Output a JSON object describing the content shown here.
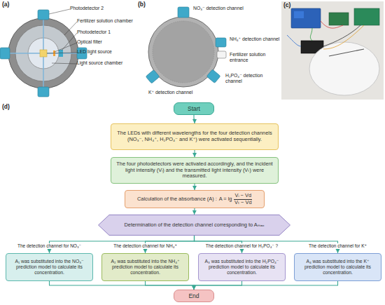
{
  "diagram": {
    "nodes": [
      {
        "text": [
          "Start"
        ]
      },
      {
        "text": [
          "The LEDs with different wavelengths for the four detection channels (NO₃⁻, NH₄⁺, H₂PO₄⁻ and K⁺) were activated sequentially."
        ]
      },
      {
        "text": [
          "The four photodetectors were activated accordingly, and the incident light intensity (Vᵢ) and the transmitted light intensity (Vₜ) were measured."
        ]
      },
      {
        "text": [
          "Calculation of the absorbance (A) :",
          "A = lg",
          "Vᵢ − Vd",
          "Vₜ − Vd"
        ]
      },
      {
        "text": [
          "Determination of the detection channel corresponding to Aₘₐₓ"
        ]
      },
      {
        "text": [
          "A₁ was substituted into the NO₃⁻ prediction model to calculate its concentration."
        ]
      },
      {
        "text": [
          "A₂ was substituted into the NH₄⁺ prediction model to calculate its concentration."
        ]
      },
      {
        "text": [
          "A₃ was substituted into the H₂PO₄⁻ prediction model to calculate its concentration."
        ]
      },
      {
        "text": [
          "A₄ was substituted into the K⁺ prediction model to calculate its concentration."
        ]
      },
      {
        "text": [
          "End"
        ]
      }
    ],
    "edges": [
      {
        "from": 0,
        "to": 1,
        "arrow": "to"
      },
      {
        "from": 1,
        "to": 2,
        "arrow": "to"
      },
      {
        "from": 2,
        "to": 3,
        "arrow": "to"
      },
      {
        "from": 3,
        "to": 4,
        "arrow": "to"
      },
      {
        "from": 4,
        "to": 5,
        "arrow": "to",
        "label": "The detection channel for NO₃⁻"
      },
      {
        "from": 4,
        "to": 6,
        "arrow": "to",
        "label": "The detection channel for NH₄⁺"
      },
      {
        "from": 4,
        "to": 7,
        "arrow": "to",
        "label": "The detection channel for H₂PO₄⁻ ?"
      },
      {
        "from": 4,
        "to": 8,
        "arrow": "to",
        "label": "The detection channel for K⁺"
      },
      {
        "from": 5,
        "to": 9,
        "arrow": "to"
      },
      {
        "from": 6,
        "to": 9,
        "arrow": "to"
      },
      {
        "from": 7,
        "to": 9,
        "arrow": "to"
      },
      {
        "from": 8,
        "to": 9,
        "arrow": "to"
      }
    ],
    "labels": [
      "(a)",
      "Photodetector 2",
      "Fertilizer solution chamber",
      "Photodetector 1",
      "Optical filter",
      "LED light source",
      "Light source chamber",
      "(b)",
      "NO₃⁻ detection channel",
      "NH₄⁺ detection channel",
      "Fertilizer solution entrance",
      "H₂PO₄⁻ detection channel",
      "K⁺ detection channel",
      "(c)",
      "(d)"
    ]
  }
}
